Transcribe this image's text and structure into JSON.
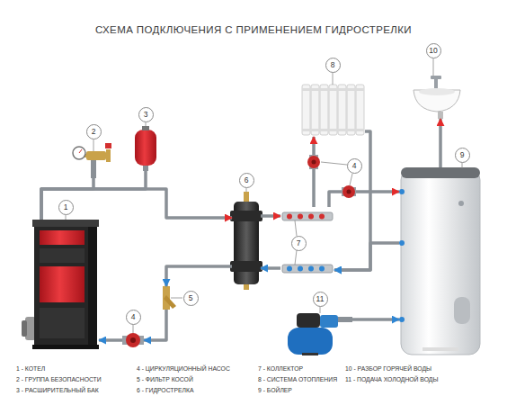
{
  "diagram": {
    "title": "СХЕМА ПОДКЛЮЧЕНИЯ С ПРИМЕНЕНИЕМ ГИДРОСТРЕЛКИ",
    "nodes": [
      {
        "text": [
          "1"
        ]
      },
      {
        "text": [
          "2"
        ]
      },
      {
        "text": [
          "3"
        ]
      },
      {
        "text": [
          "4"
        ]
      },
      {
        "text": [
          "5"
        ]
      },
      {
        "text": [
          "6"
        ]
      },
      {
        "text": [
          "7"
        ]
      },
      {
        "text": [
          "8"
        ]
      },
      {
        "text": [
          "9"
        ]
      },
      {
        "text": [
          "10"
        ]
      },
      {
        "text": [
          "11"
        ]
      }
    ],
    "edges": [
      {
        "from": 0,
        "to": 5,
        "arrow": "to"
      },
      {
        "from": 0,
        "to": 1,
        "arrow": "none"
      },
      {
        "from": 0,
        "to": 2,
        "arrow": "none"
      },
      {
        "from": 5,
        "to": 4,
        "arrow": "to"
      },
      {
        "from": 4,
        "to": 3,
        "arrow": "to"
      },
      {
        "from": 3,
        "to": 0,
        "arrow": "to"
      },
      {
        "from": 5,
        "to": 6,
        "arrow": "to"
      },
      {
        "from": 6,
        "to": 5,
        "arrow": "to"
      },
      {
        "from": 6,
        "to": 7,
        "arrow": "to"
      },
      {
        "from": 7,
        "to": 6,
        "arrow": "to"
      },
      {
        "from": 6,
        "to": 8,
        "arrow": "to"
      },
      {
        "from": 8,
        "to": 6,
        "arrow": "to"
      },
      {
        "from": 8,
        "to": 9,
        "arrow": "to"
      },
      {
        "from": 10,
        "to": 8,
        "arrow": "to"
      }
    ],
    "labels": [
      "4"
    ],
    "legend": [
      {
        "text": "1 - КОТЕЛ"
      },
      {
        "text": "2 - ГРУППА БЕЗОПАСНОСТИ"
      },
      {
        "text": "3 - РАСШИРИТЕЛЬНЫЙ БАК"
      },
      {
        "text": "4 - ЦИРКУЛЯЦИОННЫЙ НАСОС"
      },
      {
        "text": "5 - ФИЛЬТР КОСОЙ"
      },
      {
        "text": "6 - ГИДРОСТРЕЛКА"
      },
      {
        "text": "7 - КОЛЛЕКТОР"
      },
      {
        "text": "8 - СИСТЕМА ОТОПЛЕНИЯ"
      },
      {
        "text": "9 - БОЙЛЕР"
      },
      {
        "text": "10 - РАЗБОР ГОРЯЧЕЙ ВОДЫ"
      },
      {
        "text": "11 - ПОДАЧА ХОЛОДНОЙ ВОДЫ"
      }
    ]
  }
}
